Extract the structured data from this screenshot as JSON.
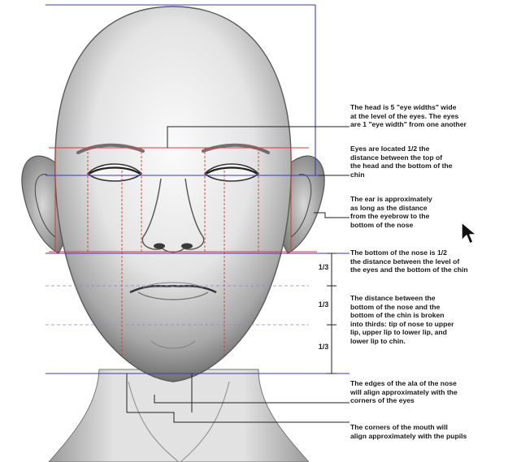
{
  "annotations": [
    {
      "id": "head-width",
      "text": "The head is 5 \"eye widths\" wide\nat the level of the eyes. The eyes\nare 1 \"eye width\" from one another"
    },
    {
      "id": "eye-level",
      "text": "Eyes are located 1/2 the\ndistance between the top of\nthe head  and the bottom of the\nchin"
    },
    {
      "id": "ear-length",
      "text": "The ear is approximately\nas long as the distance\nfrom the eyebrow to the\nbottom of the nose"
    },
    {
      "id": "nose-bottom",
      "text": "The bottom of the nose is 1/2\nthe distance between the level of\nthe eyes and the bottom of the chin"
    },
    {
      "id": "lower-face-thirds",
      "text": "The distance between the\nbottom of the nose and the\nbottom of the chin is broken\ninto thirds: tip of nose to upper\nlip, upper lip to lower lip, and\nlower lip to chin."
    },
    {
      "id": "nose-wings",
      "text": "The edges of the ala of the nose\nwill align approximately with the\ncorners of the eyes"
    },
    {
      "id": "mouth-corners",
      "text": "The corners of the mouth will\nalign approximately with the pupils"
    }
  ],
  "fractions": [
    "1/3",
    "1/3",
    "1/3"
  ],
  "colors": {
    "guide_blue": "#3a3ab8",
    "guide_red": "#d23c3c",
    "guide_gray": "#8a8ab0",
    "text": "#1a1a1a",
    "skin_light": "#efeeee",
    "skin_shadow": "#7a7a7a"
  },
  "icons": [
    "mouse-pointer-icon"
  ]
}
